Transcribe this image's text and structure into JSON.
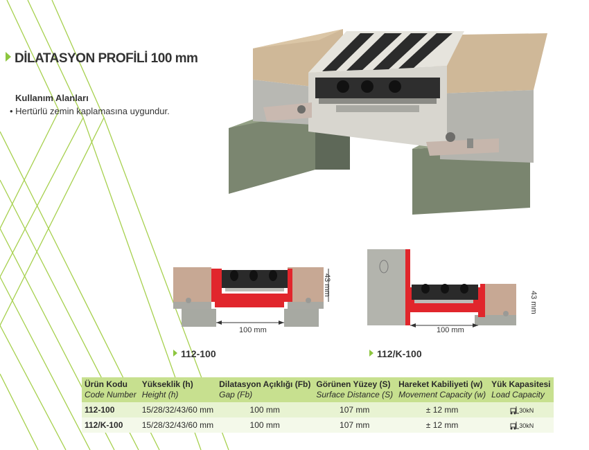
{
  "title": "DİLATASYON PROFİLİ 100 mm",
  "usage": {
    "heading": "Kullanım Alanları",
    "item": "• Hertürlü zemin kaplamasına uygundur."
  },
  "diagrams": [
    {
      "caption": "112-100",
      "height_label": "43 mm",
      "gap_label": "100 mm"
    },
    {
      "caption": "112/K-100",
      "height_label": "43 mm",
      "gap_label": "100 mm"
    }
  ],
  "table": {
    "headers": [
      {
        "tr": "Ürün Kodu",
        "en": "Code Number"
      },
      {
        "tr": "Yükseklik (h)",
        "en": "Height (h)"
      },
      {
        "tr": "Dilatasyon Açıklığı (Fb)",
        "en": "Gap (Fb)"
      },
      {
        "tr": "Görünen Yüzey (S)",
        "en": "Surface Distance (S)"
      },
      {
        "tr": "Hareket Kabiliyeti (w)",
        "en": "Movement Capacity (w)"
      },
      {
        "tr": "Yük Kapasitesi",
        "en": "Load Capacity"
      }
    ],
    "rows": [
      {
        "code": "112-100",
        "height": "15/28/32/43/60 mm",
        "gap": "100 mm",
        "surface": "107 mm",
        "movement": "± 12 mm",
        "load": "30kN"
      },
      {
        "code": "112/K-100",
        "height": "15/28/32/43/60 mm",
        "gap": "100 mm",
        "surface": "107 mm",
        "movement": "± 12 mm",
        "load": "30kN"
      }
    ]
  },
  "colors": {
    "accent_green": "#8dc63f",
    "profile_red": "#e1262c",
    "table_header": "#c7e08f"
  }
}
